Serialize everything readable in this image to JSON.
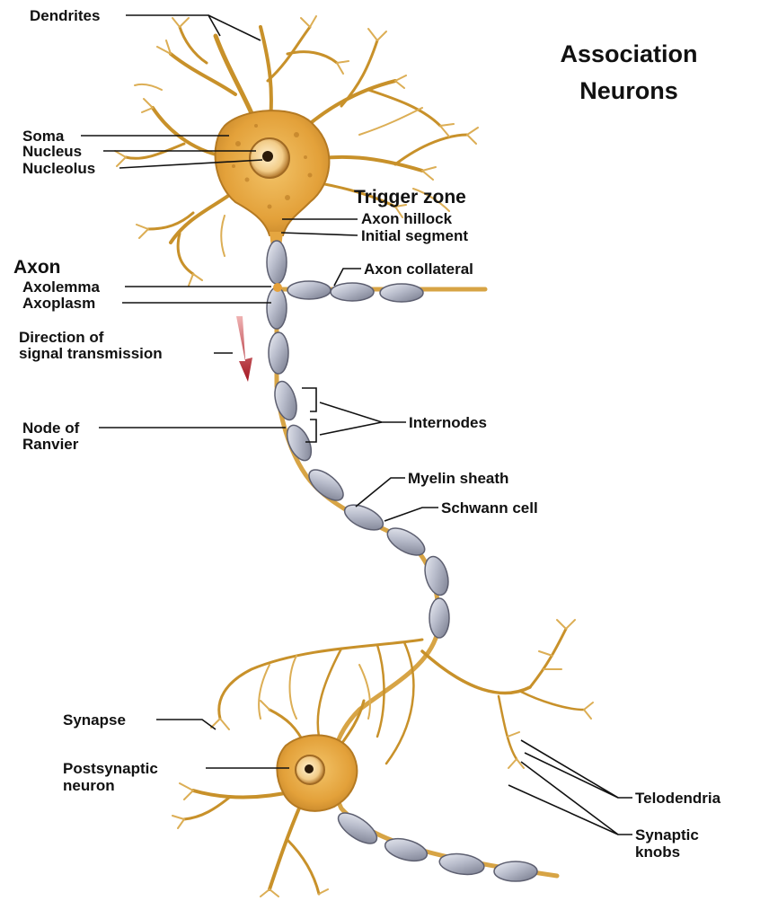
{
  "title": {
    "line1": "Association",
    "line2": "Neurons"
  },
  "labels": {
    "dendrites": "Dendrites",
    "soma": "Soma",
    "nucleus": "Nucleus",
    "nucleolus": "Nucleolus",
    "trigger_zone": "Trigger zone",
    "axon_hillock": "Axon hillock",
    "initial_segment": "Initial segment",
    "axon": "Axon",
    "axolemma": "Axolemma",
    "axoplasm": "Axoplasm",
    "axon_collateral": "Axon collateral",
    "direction_line1": "Direction of",
    "direction_line2": "signal transmission",
    "node_line1": "Node of",
    "node_line2": "Ranvier",
    "internodes": "Internodes",
    "myelin_sheath": "Myelin sheath",
    "schwann_cell": "Schwann cell",
    "synapse": "Synapse",
    "postsynaptic_line1": "Postsynaptic",
    "postsynaptic_line2": "neuron",
    "telodendria": "Telodendria",
    "synaptic_line1": "Synaptic",
    "synaptic_line2": "knobs"
  },
  "colors": {
    "cell_body": "#e9a83a",
    "dendrite": "#c8912a",
    "myelin": "#b9bccb",
    "arrow": "#b0232b",
    "leader": "#111111"
  }
}
